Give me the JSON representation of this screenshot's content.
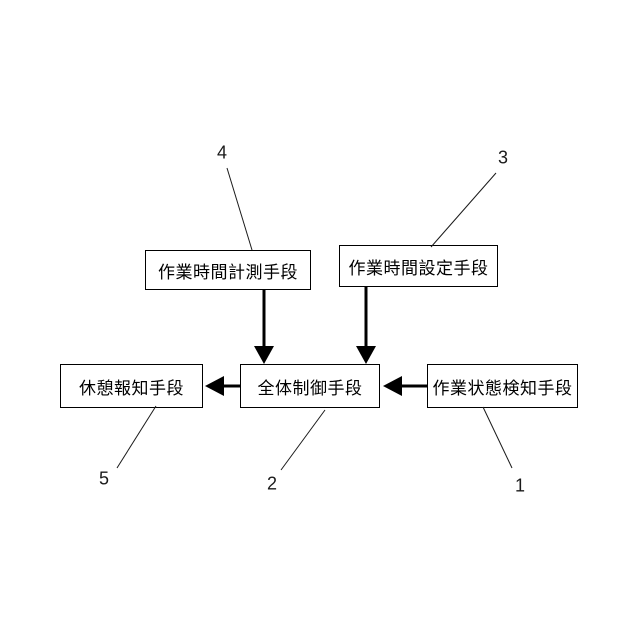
{
  "figure": {
    "background_color": "#ffffff",
    "line_color": "#000000",
    "boxes": [
      {
        "id": "work-time-measuring",
        "label": "作業時間計測手段",
        "ref": "4"
      },
      {
        "id": "work-time-setting",
        "label": "作業時間設定手段",
        "ref": "3"
      },
      {
        "id": "overall-control",
        "label": "全体制御手段",
        "ref": "2"
      },
      {
        "id": "break-notification",
        "label": "休憩報知手段",
        "ref": "5"
      },
      {
        "id": "work-state-detection",
        "label": "作業状態検知手段",
        "ref": "1"
      }
    ],
    "connections": [
      {
        "from": "作業時間計測手段",
        "to": "全体制御手段",
        "arrow": "down"
      },
      {
        "from": "作業時間設定手段",
        "to": "全体制御手段",
        "arrow": "down"
      },
      {
        "from": "作業状態検知手段",
        "to": "全体制御手段",
        "arrow": "left"
      },
      {
        "from": "全体制御手段",
        "to": "休憩報知手段",
        "arrow": "left"
      }
    ]
  }
}
